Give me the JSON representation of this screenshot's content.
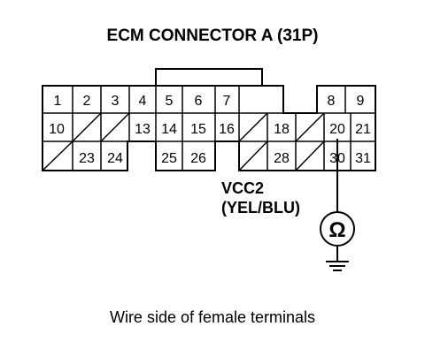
{
  "title": "ECM CONNECTOR A (31P)",
  "caption": "Wire side of female terminals",
  "signal": {
    "name": "VCC2",
    "wire": "(YEL/BLU)"
  },
  "meter_symbol": "Ω",
  "rows": [
    [
      "1",
      "2",
      "3",
      "4",
      "5",
      "6",
      "7",
      "",
      "8",
      "9"
    ],
    [
      "10",
      "",
      "",
      "13",
      "14",
      "15",
      "16",
      "",
      "18",
      "",
      "20",
      "21"
    ],
    [
      "",
      "23",
      "24",
      "",
      "25",
      "26",
      "",
      "28",
      "",
      "30",
      "31"
    ]
  ],
  "probe_pins": [
    "20",
    "30"
  ]
}
